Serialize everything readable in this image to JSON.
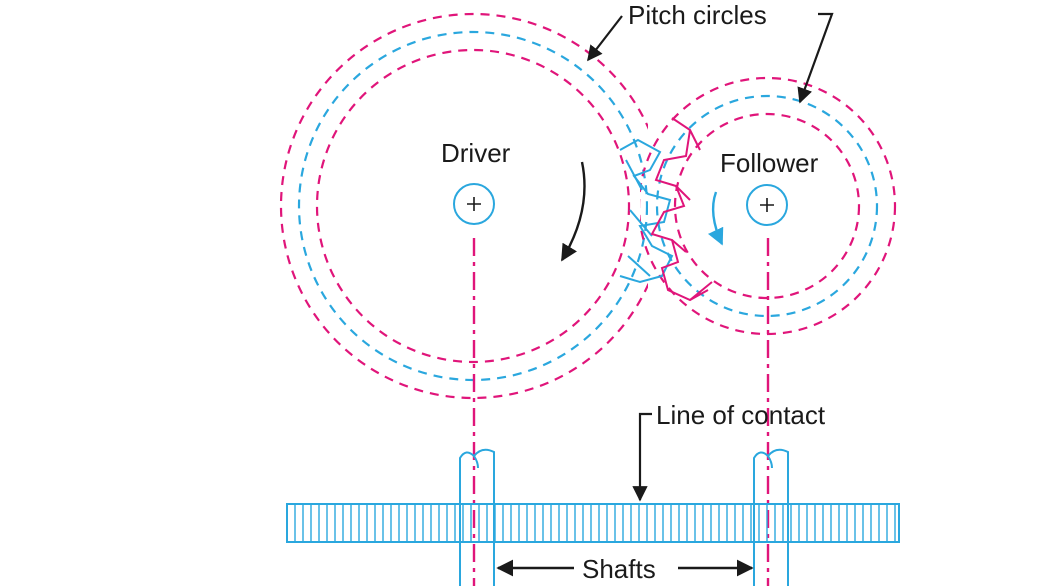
{
  "labels": {
    "pitch_circles": "Pitch circles",
    "driver": "Driver",
    "follower": "Follower",
    "line_of_contact": "Line of contact",
    "shafts": "Shafts"
  },
  "colors": {
    "magenta": "#e0157a",
    "cyan": "#2aa7de",
    "ink": "#1a1a1a"
  }
}
